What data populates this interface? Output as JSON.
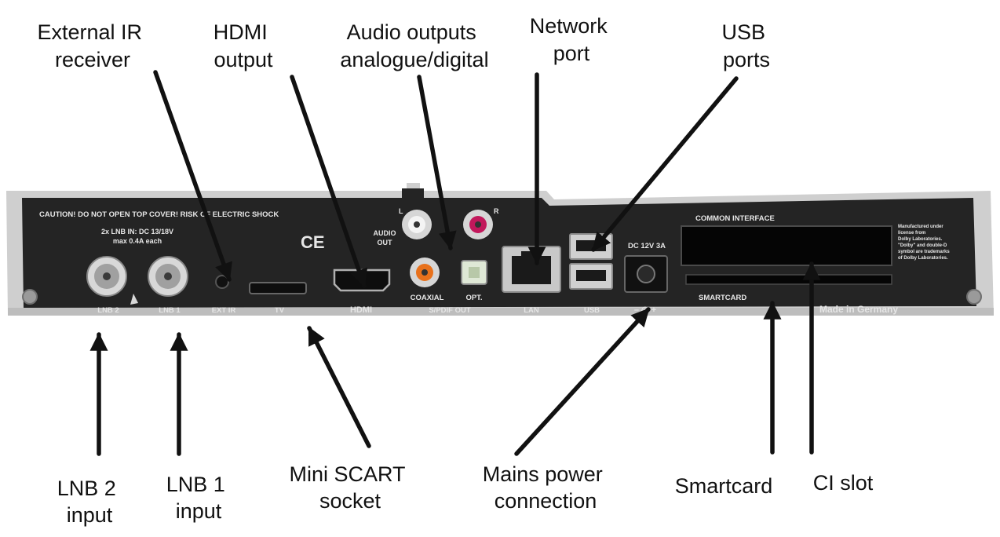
{
  "callouts": {
    "external_ir": [
      "External IR",
      "receiver"
    ],
    "hdmi_output": [
      "HDMI",
      "output"
    ],
    "audio_outputs": [
      "Audio outputs",
      "analogue/digital"
    ],
    "network_port": [
      "Network",
      "port"
    ],
    "usb_ports": [
      "USB",
      "ports"
    ],
    "lnb2_input": [
      "LNB 2",
      "input"
    ],
    "lnb1_input": [
      "LNB 1",
      "input"
    ],
    "mini_scart": [
      "Mini SCART",
      "socket"
    ],
    "mains_power": [
      "Mains power",
      "connection"
    ],
    "smartcard": [
      "Smartcard"
    ],
    "ci_slot": [
      "CI slot"
    ]
  },
  "panel": {
    "caution": "CAUTION!  DO NOT OPEN TOP COVER!  RISK OF ELECTRIC SHOCK",
    "lnb_in": [
      "2x LNB IN: DC 13/18V",
      "max 0.4A each"
    ],
    "ce": "CE",
    "lnb2": "LNB 2",
    "lnb1": "LNB 1",
    "ext_ir": "EXT IR",
    "tv": "TV",
    "hdmi": "HDMI",
    "audio_l": "L",
    "audio_r": "R",
    "audio_out": [
      "AUDIO",
      "OUT"
    ],
    "coaxial": "COAXIAL",
    "opt": "OPT.",
    "spdif_out": "S/PDIF OUT",
    "lan": "LAN",
    "usb": "USB",
    "dc": "DC 12V 3A",
    "polarity": "– ◎ +",
    "common_interface": "COMMON INTERFACE",
    "smartcard": "SMARTCARD",
    "made_in": "Made in Germany",
    "dolby_note": [
      "Manufactured under",
      "license from",
      "Dolby Laboratories.",
      "\"Dolby\" and double-D",
      "symbol are trademarks",
      "of Dolby Laboratories."
    ]
  }
}
